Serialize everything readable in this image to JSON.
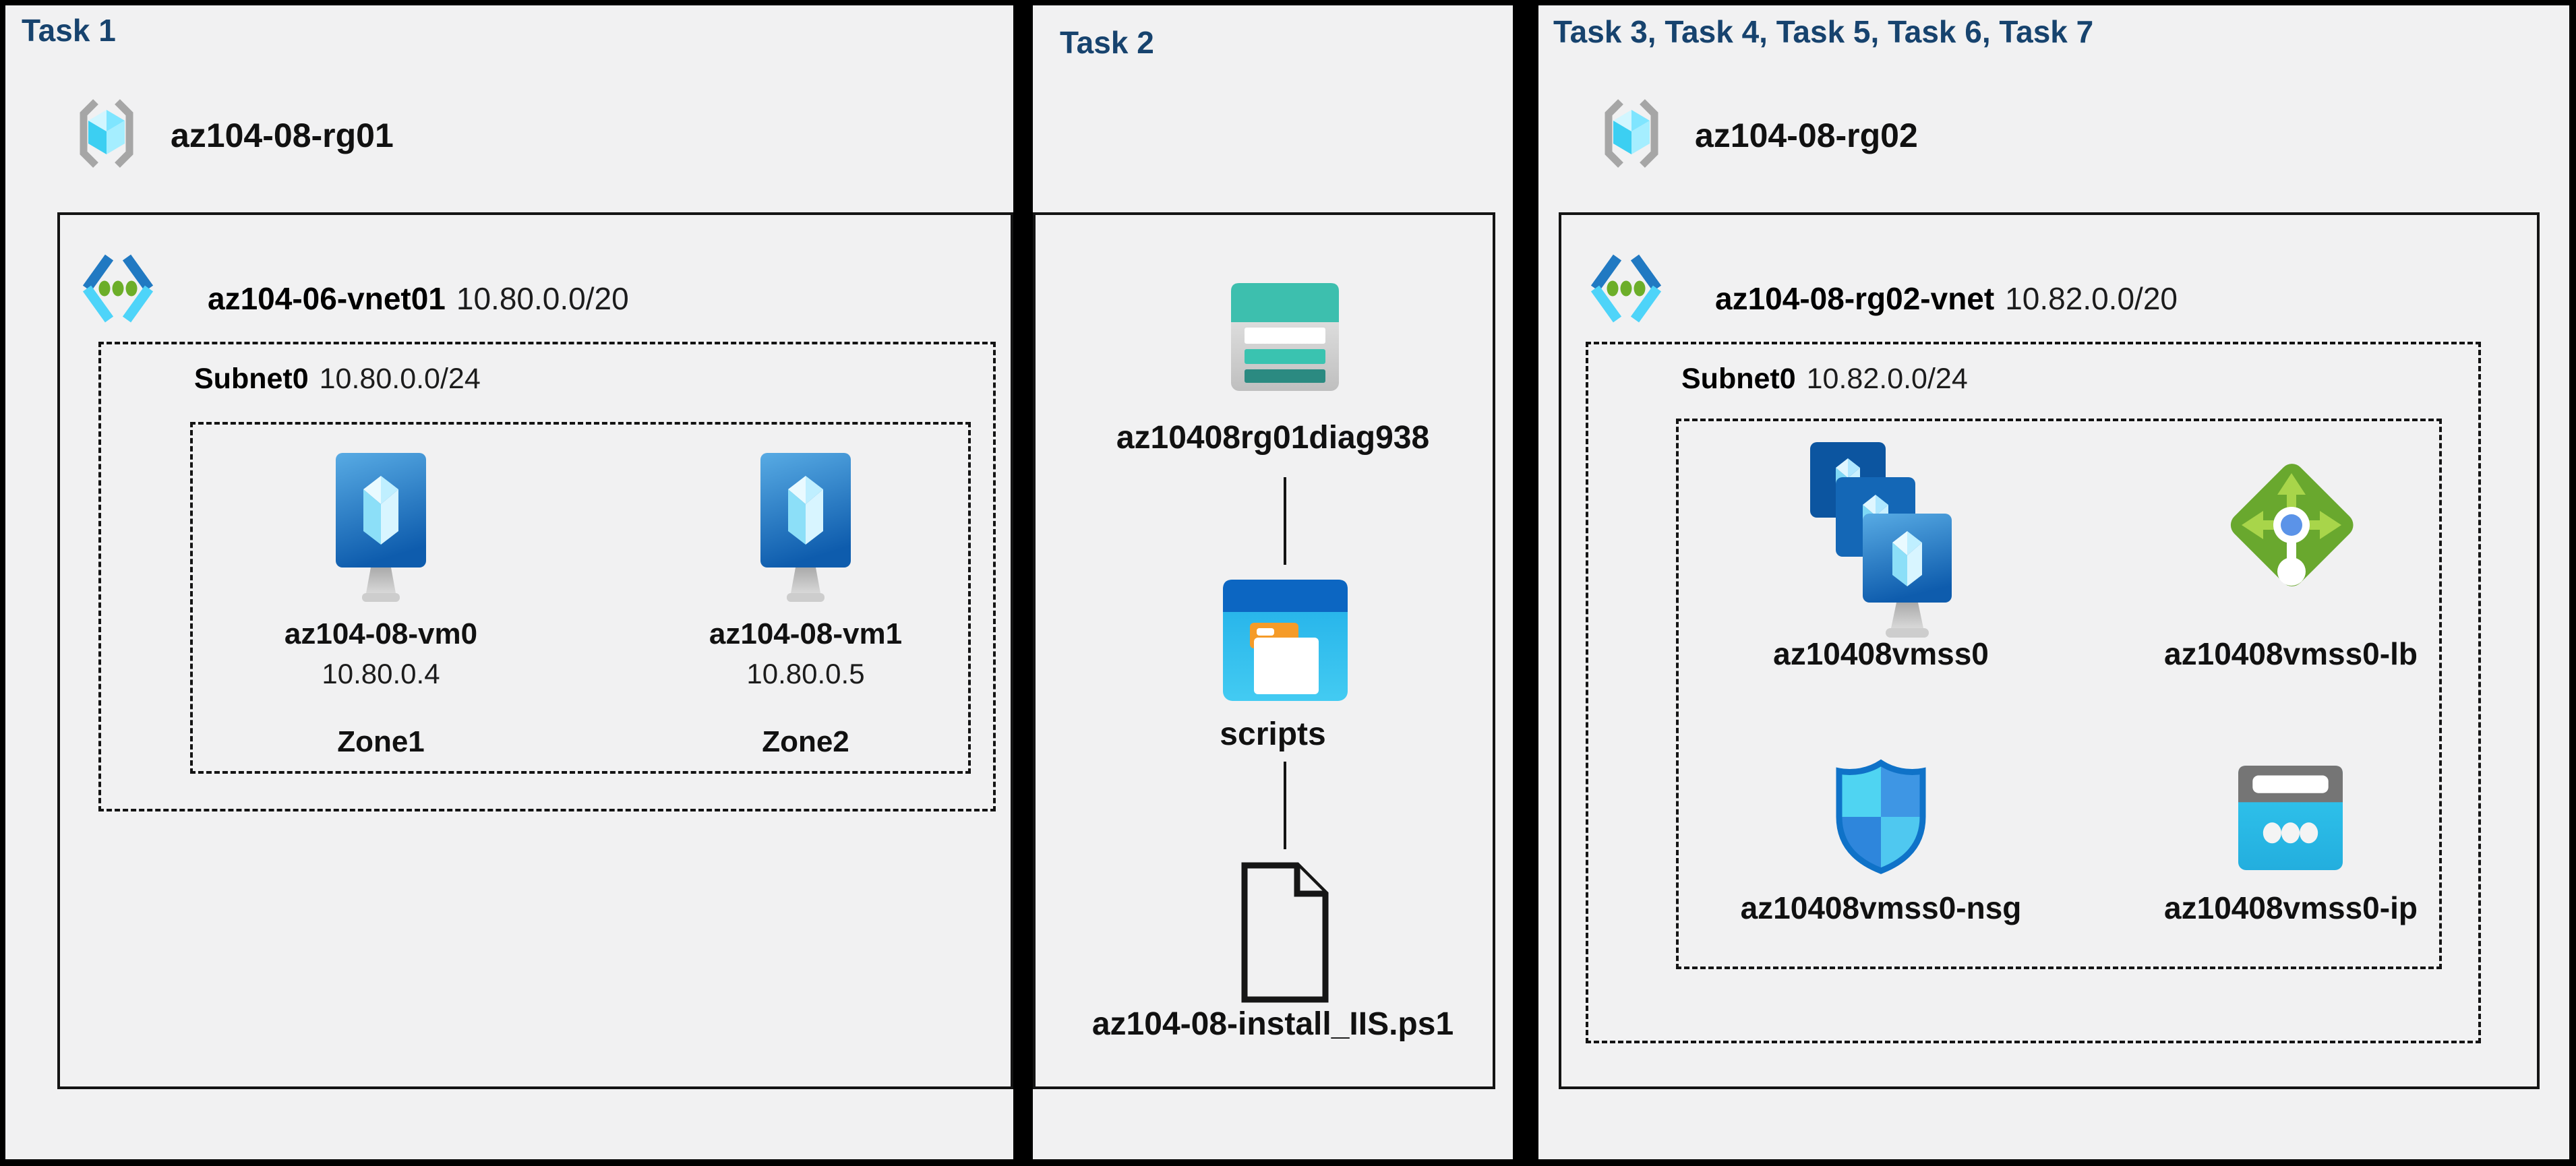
{
  "colors": {
    "background": "#000000",
    "panel_bg": "#F1F1F2",
    "heading": "#17436E",
    "text": "#111111",
    "storage_teal": "#3DBFAE",
    "cyan": "#30C3EE",
    "azure_blue": "#1467B6",
    "lb_green": "#69A82E",
    "folder_orange": "#F59B28"
  },
  "panels": [
    {
      "title": "Task 1",
      "resource_group": "az104-08-rg01",
      "vnet": {
        "name": "az104-06-vnet01",
        "cidr": "10.80.0.0/20"
      },
      "subnet": {
        "name": "Subnet0",
        "cidr": "10.80.0.0/24"
      },
      "vms": [
        {
          "name": "az104-08-vm0",
          "ip": "10.80.0.4",
          "zone": "Zone1"
        },
        {
          "name": "az104-08-vm1",
          "ip": "10.80.0.5",
          "zone": "Zone2"
        }
      ]
    },
    {
      "title": "Task 2",
      "storage_account": "az10408rg01diag938",
      "container": "scripts",
      "file": "az104-08-install_IIS.ps1"
    },
    {
      "title": "Task 3, Task 4, Task 5, Task 6, Task 7",
      "resource_group": "az104-08-rg02",
      "vnet": {
        "name": "az104-08-rg02-vnet",
        "cidr": "10.82.0.0/20"
      },
      "subnet": {
        "name": "Subnet0",
        "cidr": "10.82.0.0/24"
      },
      "resources": [
        {
          "name": "az10408vmss0"
        },
        {
          "name": "az10408vmss0-lb"
        },
        {
          "name": "az10408vmss0-nsg"
        },
        {
          "name": "az10408vmss0-ip"
        }
      ]
    }
  ]
}
